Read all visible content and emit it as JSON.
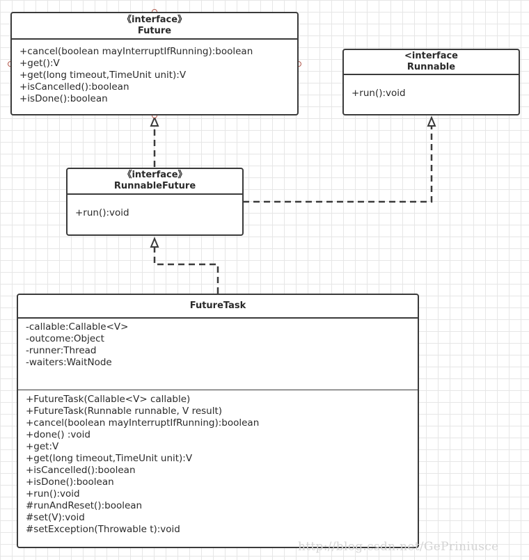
{
  "future": {
    "stereotype": "《interface》",
    "name": "Future",
    "methods": [
      "+cancel(boolean mayInterruptIfRunning):boolean",
      "+get():V",
      "+get(long timeout,TimeUnit unit):V",
      "+isCancelled():boolean",
      "+isDone():boolean"
    ]
  },
  "runnable": {
    "stereotype": "<interface",
    "name": "Runnable",
    "methods": [
      "+run():void"
    ]
  },
  "runnable_future": {
    "stereotype": "《interface》",
    "name": "RunnableFuture",
    "methods": [
      "+run():void"
    ]
  },
  "future_task": {
    "name": "FutureTask",
    "fields": [
      "-callable:Callable<V>",
      "-outcome:Object",
      "-runner:Thread",
      "-waiters:WaitNode"
    ],
    "methods": [
      "+FutureTask(Callable<V> callable)",
      "+FutureTask(Runnable runnable, V result)",
      "+cancel(boolean mayInterruptIfRunning):boolean",
      "+done() :void",
      "+get:V",
      "+get(long timeout,TimeUnit unit):V",
      "+isCancelled():boolean",
      "+isDone():boolean",
      "+run():void",
      "#runAndReset():boolean",
      "#set(V):void",
      "#setException(Throwable t):void"
    ]
  },
  "watermark": "http://blog.csdn.net/GePriniusce"
}
